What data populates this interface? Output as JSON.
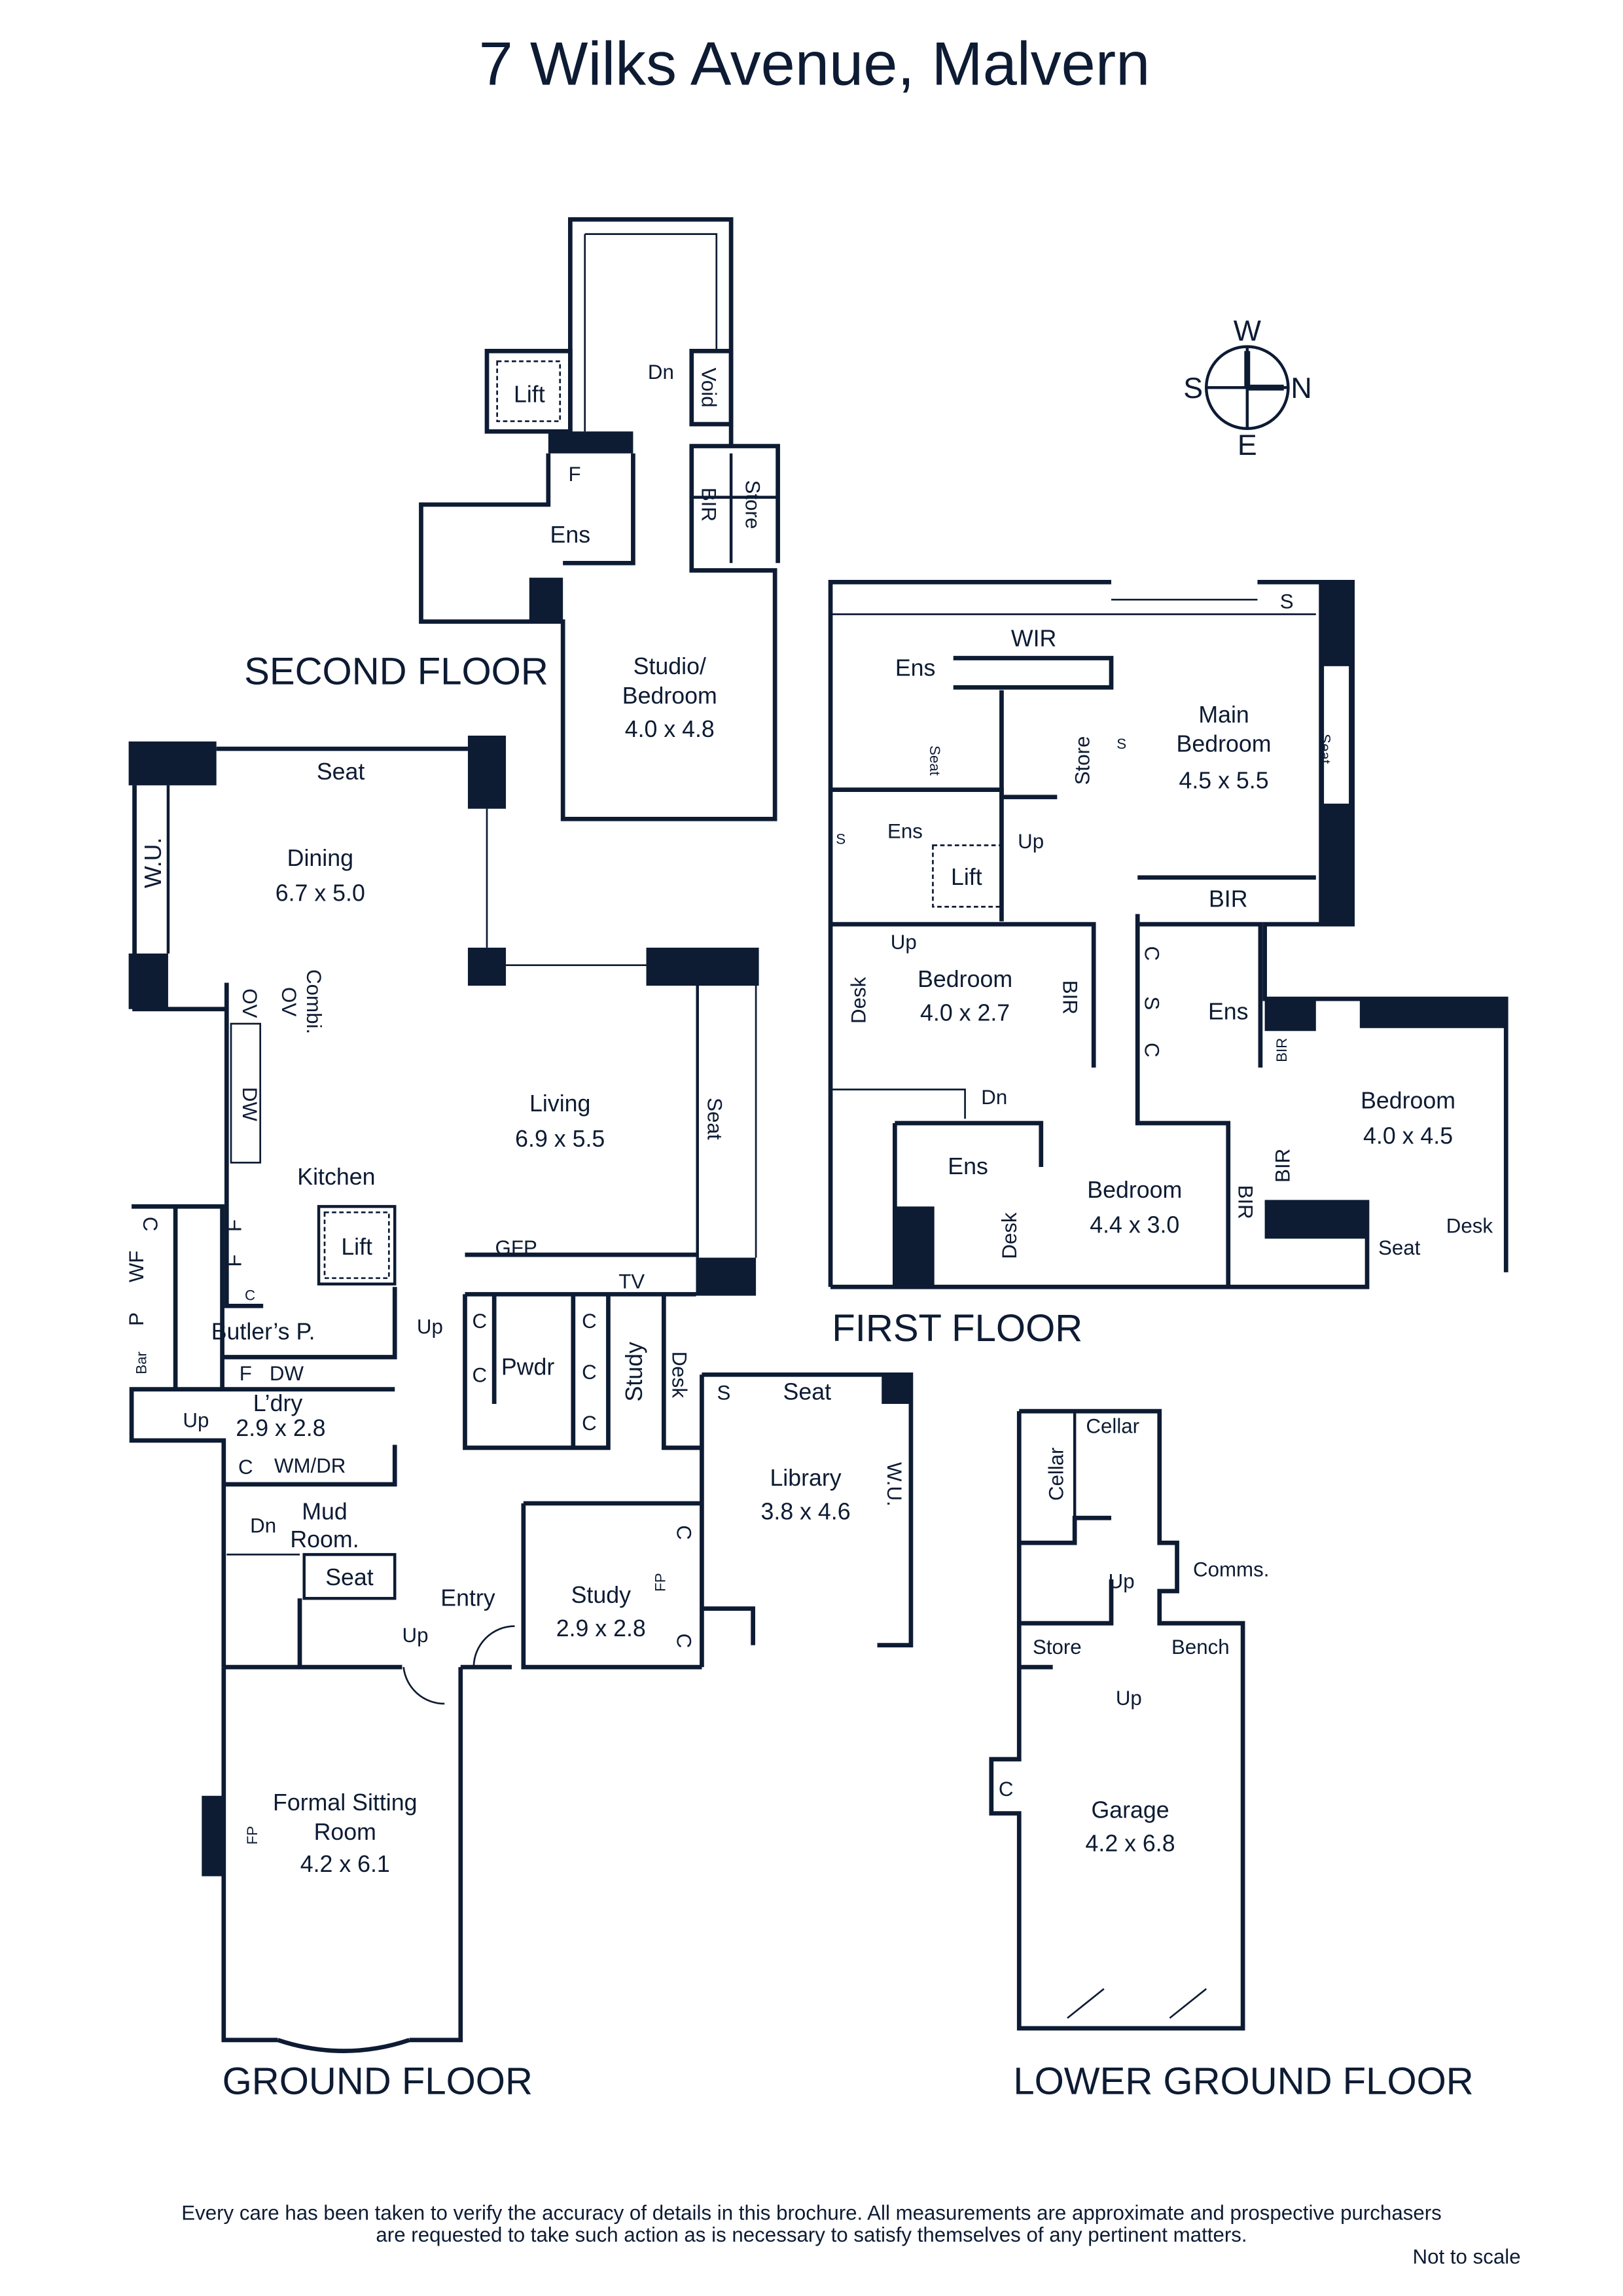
{
  "title": "7 Wilks Avenue, Malvern",
  "compass": {
    "w": "W",
    "s": "S",
    "n": "N",
    "e": "E"
  },
  "second_floor": {
    "heading": "SECOND FLOOR",
    "lift": "Lift",
    "dn": "Dn",
    "void": "Void",
    "f": "F",
    "ens": "Ens",
    "bir": "BIR",
    "store": "Store",
    "studio_1": "Studio/",
    "studio_2": "Bedroom",
    "studio_size": "4.0 x 4.8"
  },
  "first_floor": {
    "heading": "FIRST FLOOR",
    "s_top": "S",
    "wir": "WIR",
    "ens_main": "Ens",
    "seat_ens": "Seat",
    "store": "Store",
    "s_store": "S",
    "main_1": "Main",
    "main_2": "Bedroom",
    "main_size": "4.5 x 5.5",
    "seat_main": "Seat",
    "ens_2": "Ens",
    "s_ens2": "S",
    "lift": "Lift",
    "up_1": "Up",
    "up_2": "Up",
    "bir_main": "BIR",
    "desk_1": "Desk",
    "bed2_name": "Bedroom",
    "bed2_size": "4.0 x 2.7",
    "bir_2": "BIR",
    "c_1": "C",
    "s_mid": "S",
    "c_2": "C",
    "ens_3": "Ens",
    "bir_3": "BIR",
    "bed3_name": "Bedroom",
    "bed3_size": "4.0 x 4.5",
    "dn": "Dn",
    "ens_4": "Ens",
    "desk_4": "Desk",
    "bed4_name": "Bedroom",
    "bed4_size": "4.4 x 3.0",
    "bir_4": "BIR",
    "bir_5": "BIR",
    "seat_3": "Seat",
    "desk_3": "Desk"
  },
  "ground_floor": {
    "heading": "GROUND FLOOR",
    "seat_dining": "Seat",
    "wu_dining": "W.U.",
    "dining": "Dining",
    "dining_size": "6.7 x 5.0",
    "ov": "OV",
    "combi_ov_1": "Combi.",
    "combi_ov_2": "OV",
    "dw_kitchen": "DW",
    "kitchen": "Kitchen",
    "living": "Living",
    "living_size": "6.9 x 5.5",
    "seat_living": "Seat",
    "lift": "Lift",
    "gfp": "GFP",
    "tv": "TV",
    "c_wf": "C",
    "wf": "WF",
    "p": "P",
    "bar": "Bar",
    "f_1": "F",
    "f_2": "F",
    "c_k": "C",
    "butlers": "Butler’s P.",
    "f_3": "F",
    "dw_b": "DW",
    "up_ldry": "Up",
    "up_hall": "Up",
    "ldry": "L’dry",
    "ldry_size": "2.9 x 2.8",
    "c_ldry": "C",
    "wmdr": "WM/DR",
    "c_p1": "C",
    "c_p2": "C",
    "pwdr": "Pwdr",
    "c_p3": "C",
    "c_p4": "C",
    "c_p5": "C",
    "study_hall": "Study",
    "desk_hall": "Desk",
    "s_lib": "S",
    "seat_lib": "Seat",
    "library": "Library",
    "library_size": "3.8 x 4.6",
    "wu_lib": "W.U.",
    "c_s1": "C",
    "fp_study": "FP",
    "c_s2": "C",
    "study": "Study",
    "study_size": "2.9 x 2.8",
    "mud_1": "Mud",
    "mud_2": "Room.",
    "dn": "Dn",
    "seat_mud": "Seat",
    "up_entry": "Up",
    "entry": "Entry",
    "formal_1": "Formal Sitting",
    "formal_2": "Room",
    "formal_size": "4.2 x 6.1",
    "fp_formal": "FP"
  },
  "lower_ground_floor": {
    "heading": "LOWER GROUND FLOOR",
    "cellar_1": "Cellar",
    "cellar_2": "Cellar",
    "comms": "Comms.",
    "up_1": "Up",
    "store": "Store",
    "bench": "Bench",
    "up_2": "Up",
    "c": "C",
    "garage": "Garage",
    "garage_size": "4.2 x 6.8"
  },
  "footer": {
    "disclaimer_1": "Every care has been taken to verify the accuracy of details in this brochure.  All measurements are approximate and prospective purchasers",
    "disclaimer_2": "are requested to take such action as is necessary to satisfy themselves of any pertinent matters.",
    "not_to_scale": "Not to scale"
  },
  "colors": {
    "ink": "#0d1b33",
    "background": "#ffffff"
  }
}
